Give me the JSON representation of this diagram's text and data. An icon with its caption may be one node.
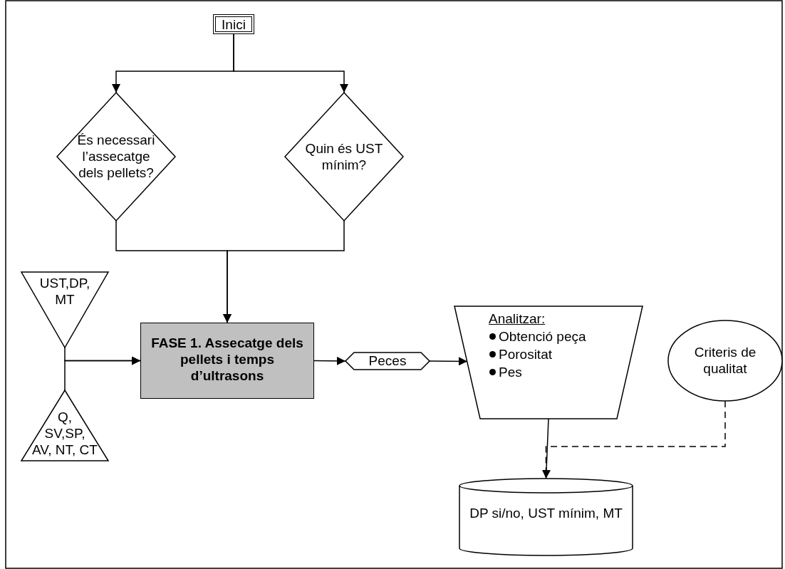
{
  "diagram": {
    "nodes": [
      {
        "text": [
          "Inici"
        ]
      },
      {
        "text": [
          "És necessari l’assecatge dels pellets?"
        ]
      },
      {
        "text": [
          "Quin és UST mínim?"
        ]
      },
      {
        "text": [
          "FASE 1. Assecatge dels pellets i temps d’ultrasons"
        ]
      },
      {
        "text": [
          "UST,DP, MT"
        ]
      },
      {
        "text": [
          "Q, SV,SP, AV, NT, CT"
        ]
      },
      {
        "text": [
          "Peces"
        ]
      },
      {
        "text": [
          "Analitzar:",
          "Obtenció peça",
          "Porositat",
          "Pes"
        ]
      },
      {
        "text": [
          "Criteris de qualitat"
        ]
      },
      {
        "text": [
          "DP si/no, UST mínim, MT"
        ]
      }
    ],
    "edges": [
      {
        "from": 0,
        "to": 1,
        "arrow": "to"
      },
      {
        "from": 0,
        "to": 2,
        "arrow": "to"
      },
      {
        "from": 1,
        "to": 3,
        "arrow": "to"
      },
      {
        "from": 2,
        "to": 3,
        "arrow": "to"
      },
      {
        "from": 4,
        "to": 3,
        "arrow": "to"
      },
      {
        "from": 5,
        "to": 3,
        "arrow": "to"
      },
      {
        "from": 3,
        "to": 6,
        "arrow": "to"
      },
      {
        "from": 6,
        "to": 7,
        "arrow": "to"
      },
      {
        "from": 7,
        "to": 9,
        "arrow": "to"
      },
      {
        "from": 8,
        "to": 9,
        "arrow": "none",
        "style": "dashed"
      }
    ]
  }
}
